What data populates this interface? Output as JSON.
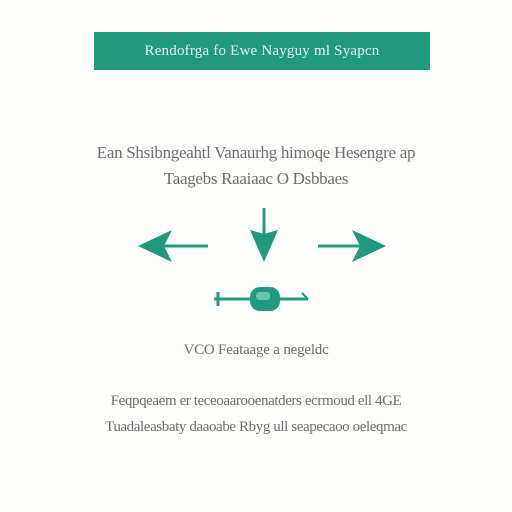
{
  "banner": {
    "title": "Rendofrga fo Ewe Nayguy ml Syapcn",
    "color": "#1f9a7c"
  },
  "heading": {
    "line1": "Ean Shsibngeahtl Vanaurhg himoqe Hesengre ap",
    "line2": "Taagebs Raaiaac O Dsbbaes"
  },
  "arrows": {
    "left": "arrow-left-icon",
    "down": "arrow-down-icon",
    "right": "arrow-right-icon",
    "tool": "syringe-icon",
    "color": "#1f9a7c"
  },
  "caption": {
    "text": "VCO Feataage a negeldc"
  },
  "body": {
    "line1": "Feqpqeaem er teceoaarooenatders ecrmoud ell 4GE",
    "line2": "Tuadaleasbaty daaoabe Rbyg ull seapecaoo oeleqmac"
  }
}
